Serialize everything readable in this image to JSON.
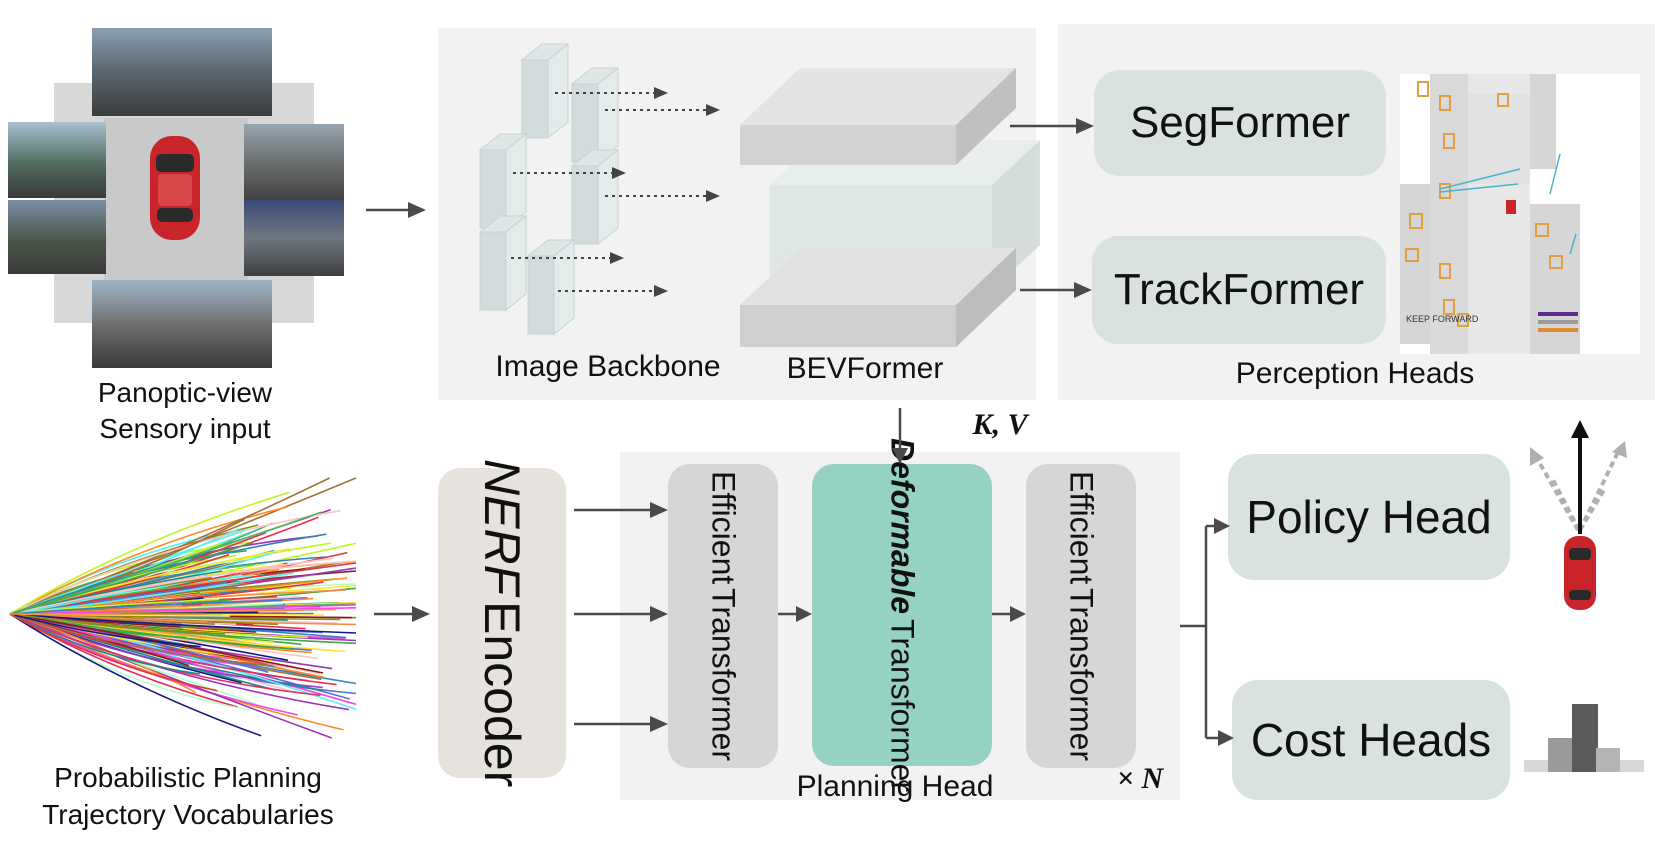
{
  "inputs": {
    "sensory_caption": [
      "Panoptic-view",
      "Sensory input"
    ],
    "vocab_caption": [
      "Probabilistic Planning",
      "Trajectory Vocabularies"
    ]
  },
  "bev_panel": {
    "image_backbone_label": "Image Backbone",
    "bevformer_label": "BEVFormer"
  },
  "perception_panel": {
    "segformer_label": "SegFormer",
    "trackformer_label": "TrackFormer",
    "caption": "Perception Heads",
    "map_text": "KEEP FORWARD"
  },
  "planning": {
    "encoder_line1": "NERF",
    "encoder_line2": "Encoder",
    "eff1_line1": "Efficient",
    "eff1_line2": "Transformer",
    "deform_line1": "Deformable",
    "deform_line2": "Transformer",
    "eff2_line1": "Efficient",
    "eff2_line2": "Transformer",
    "caption": "Planning Head",
    "repeat_label": "× N",
    "kv_label": "K, V"
  },
  "heads": {
    "policy_label": "Policy Head",
    "cost_label": "Cost Heads"
  },
  "colors": {
    "panel_bg": "#f2f2f2",
    "head_box": "#d9e2df",
    "deformable": "#96d2c2",
    "transformer_gray": "#d6d6d6",
    "encoder_bg": "#e6e3de",
    "arrow": "#444444",
    "car_red": "#d42a2a"
  },
  "icons": [
    "car-icon",
    "trajectory-fan-icon",
    "bev-map-icon",
    "policy-arrows-icon",
    "histogram-icon",
    "camera-view-icon"
  ]
}
